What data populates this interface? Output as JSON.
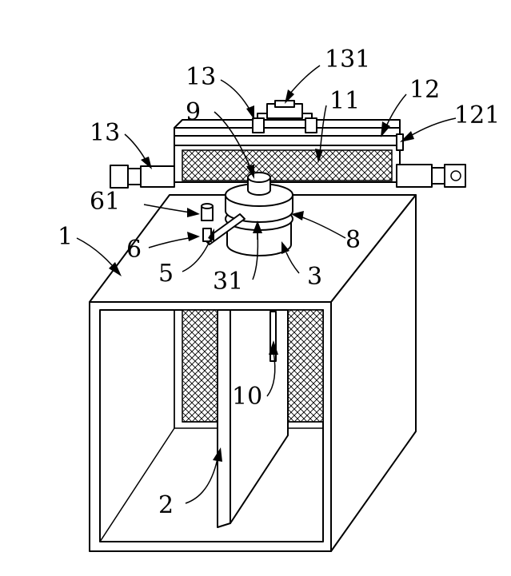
{
  "labels": {
    "l131": "131",
    "l13a": "13",
    "l11": "11",
    "l12": "12",
    "l9": "9",
    "l121": "121",
    "l13b": "13",
    "l61": "61",
    "l1": "1",
    "l6": "6",
    "l8": "8",
    "l5": "5",
    "l31": "31",
    "l3": "3",
    "l10": "10",
    "l2": "2"
  }
}
